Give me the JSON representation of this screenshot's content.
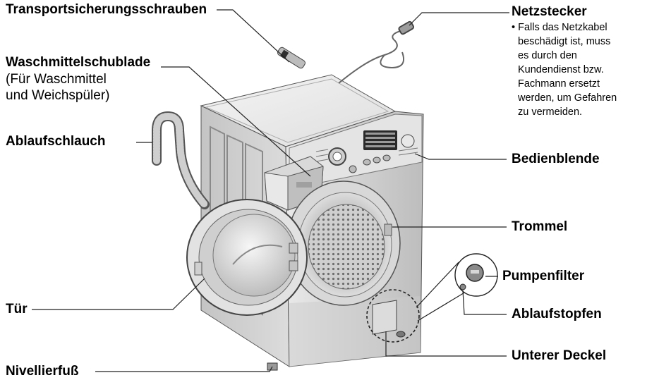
{
  "labels": {
    "transport": "Transportsicherungsschrauben",
    "drawer": "Waschmittelschublade",
    "drawer_sub1": "(Für Waschmittel",
    "drawer_sub2": "und Weichspüler)",
    "hose": "Ablaufschlauch",
    "door": "Tür",
    "foot": "Nivellierfuß",
    "plug": "Netzstecker",
    "plug_note": [
      "• Falls das Netzkabel",
      "beschädigt ist, muss",
      "es durch den",
      "Kundendienst bzw.",
      "Fachmann ersetzt",
      "werden, um Gefahren",
      "zu vermeiden."
    ],
    "panel": "Bedienblende",
    "drum": "Trommel",
    "pump": "Pumpenfilter",
    "stopper": "Ablaufstopfen",
    "cover": "Unterer Deckel"
  }
}
